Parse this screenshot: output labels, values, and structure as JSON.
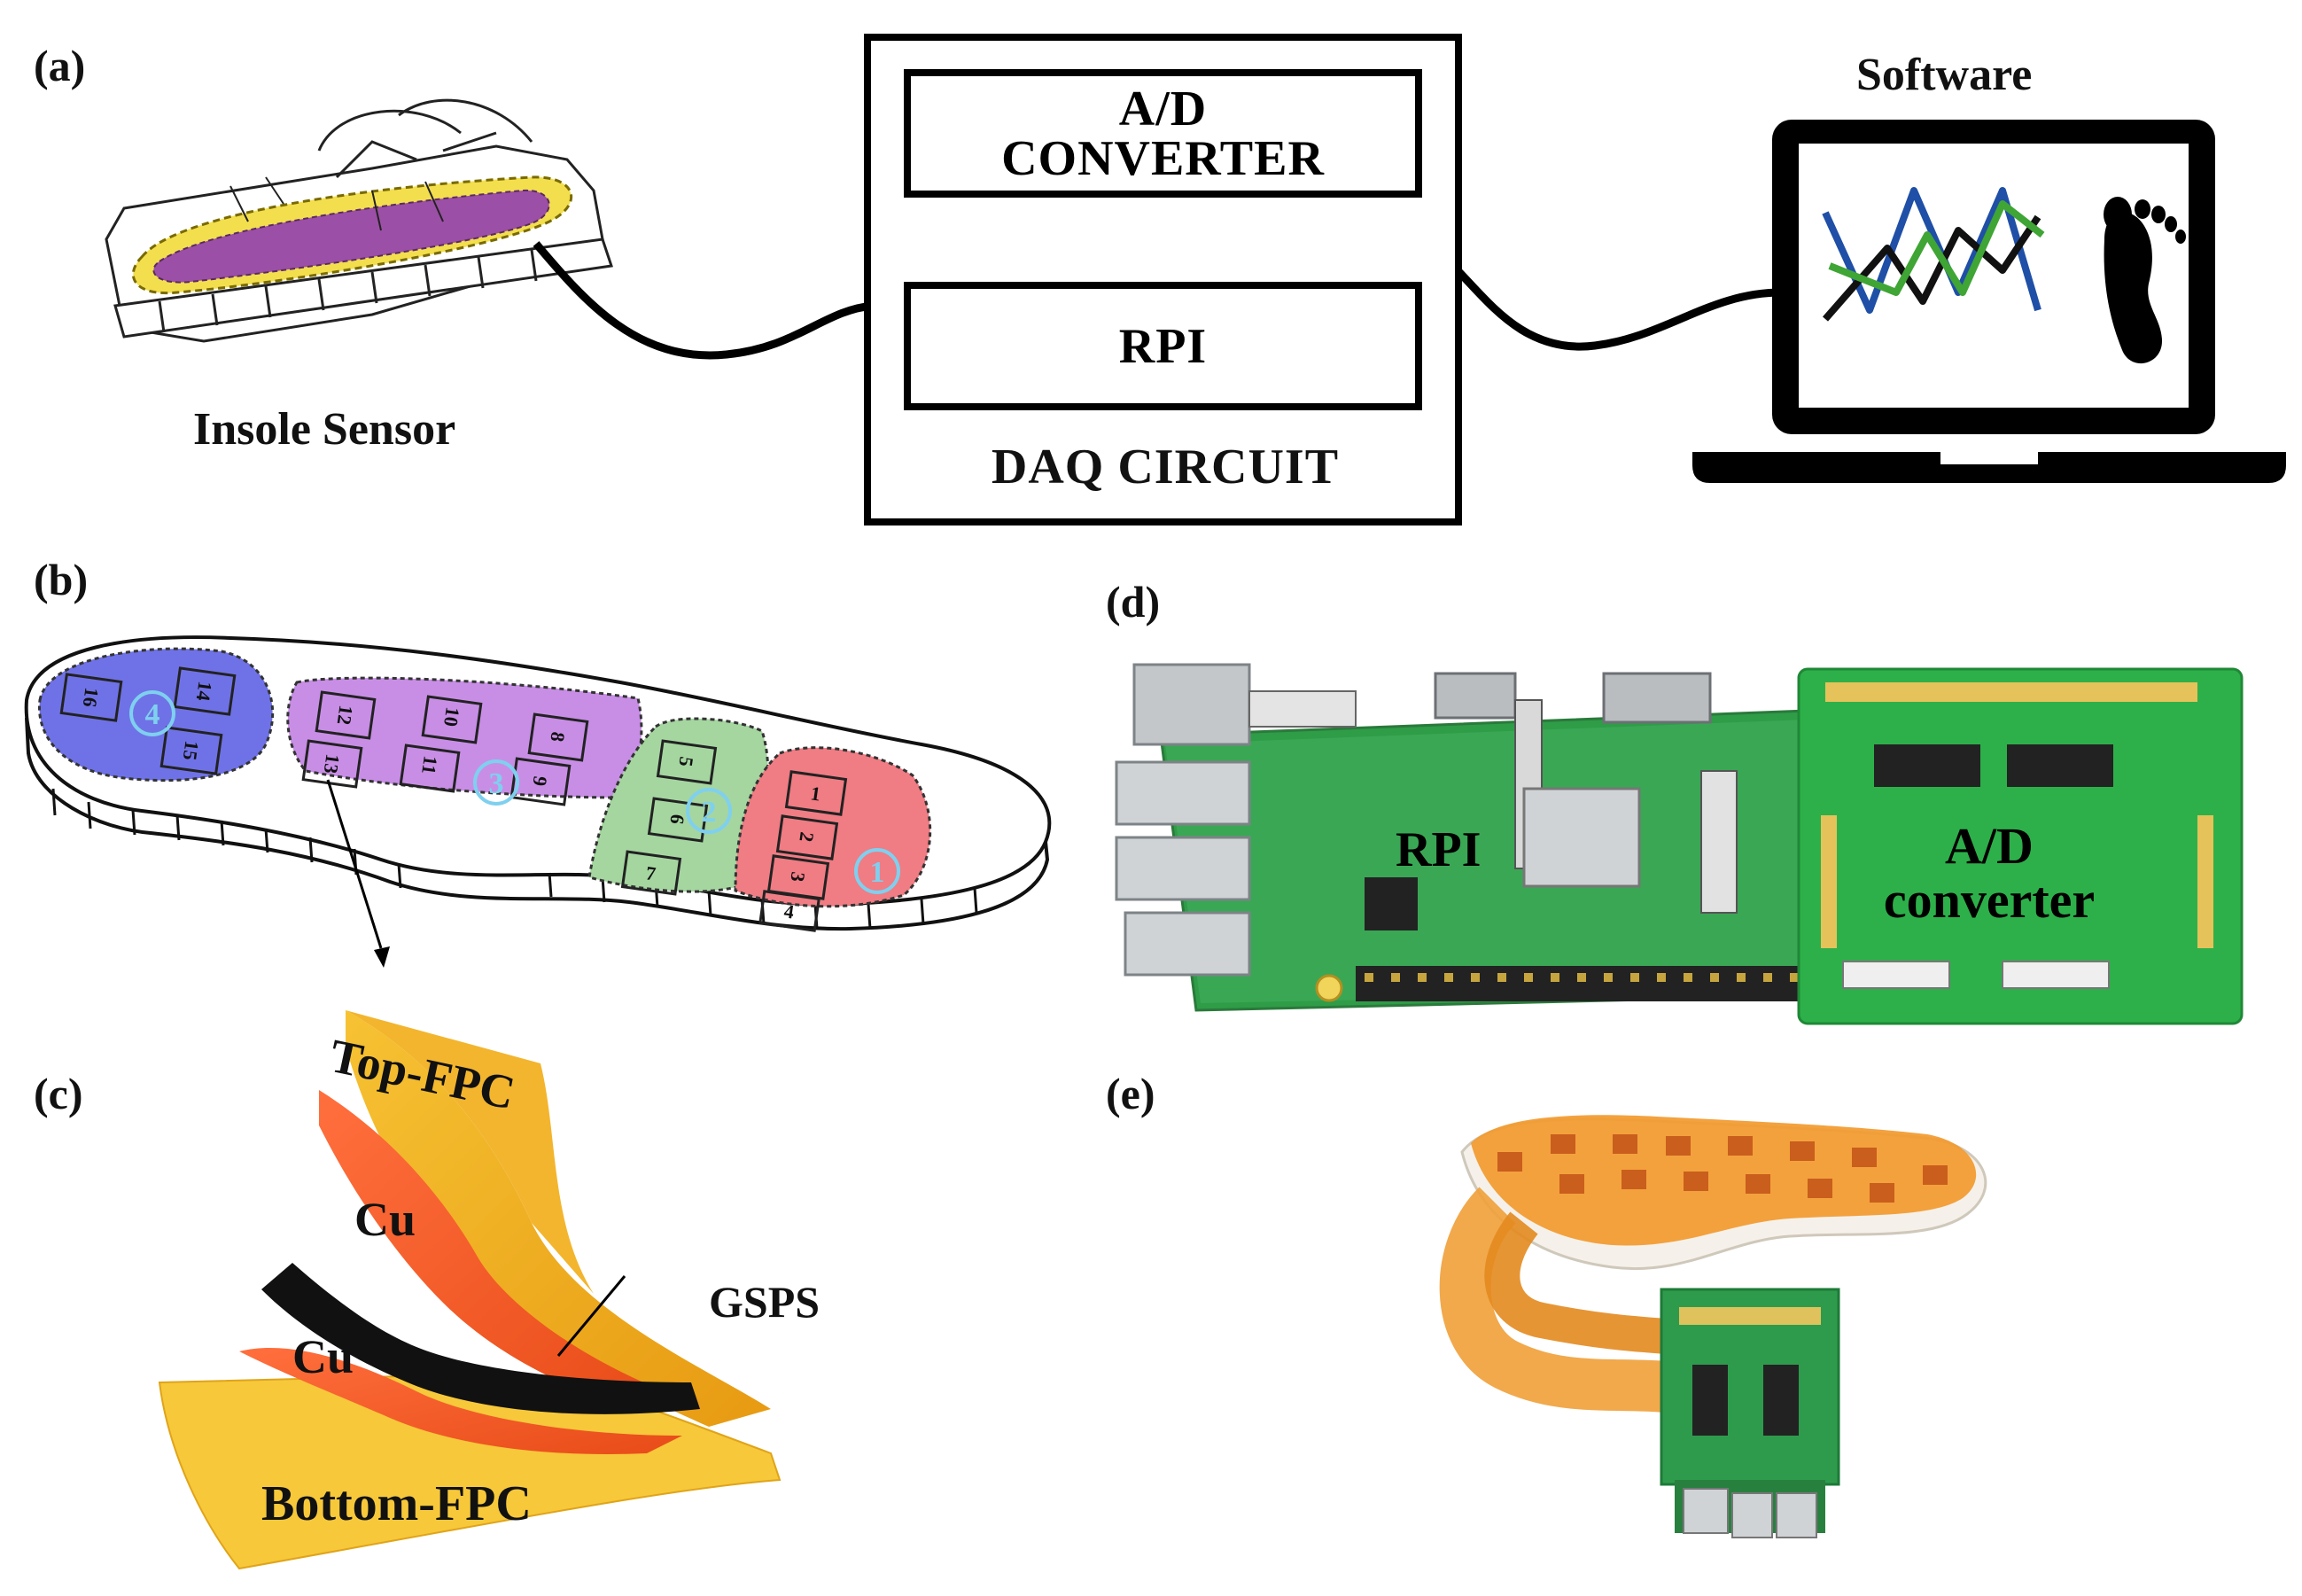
{
  "panels": {
    "a": "(a)",
    "b": "(b)",
    "c": "(c)",
    "d": "(d)",
    "e": "(e)"
  },
  "panel_a": {
    "insole_label": "Insole Sensor",
    "software_label": "Software",
    "daq_label": "DAQ CIRCUIT",
    "adc_label": "A/D CONVERTER",
    "rpi_label": "RPI"
  },
  "panel_b": {
    "region_numbers": [
      "1",
      "2",
      "3",
      "4"
    ],
    "sensor_numbers": [
      "1",
      "2",
      "3",
      "4",
      "5",
      "6",
      "7",
      "8",
      "9",
      "10",
      "11",
      "12",
      "13",
      "14",
      "15",
      "16"
    ],
    "colors": {
      "region1": "#f07c84",
      "region2": "#a5d6a0",
      "region3": "#c88ee6",
      "region4": "#6f72e6"
    }
  },
  "panel_c": {
    "top_fpc": "Top-FPC",
    "cu_top": "Cu",
    "cu_bottom": "Cu",
    "gsps": "GSPS",
    "bottom_fpc": "Bottom-FPC"
  },
  "panel_d": {
    "rpi_label": "RPI",
    "adc_label_line1": "A/D",
    "adc_label_line2": "converter"
  },
  "icons": [
    "shoe-icon",
    "laptop-icon",
    "footprint-icon",
    "chart-lines-icon",
    "double-arrow-icon",
    "cable-icon"
  ]
}
